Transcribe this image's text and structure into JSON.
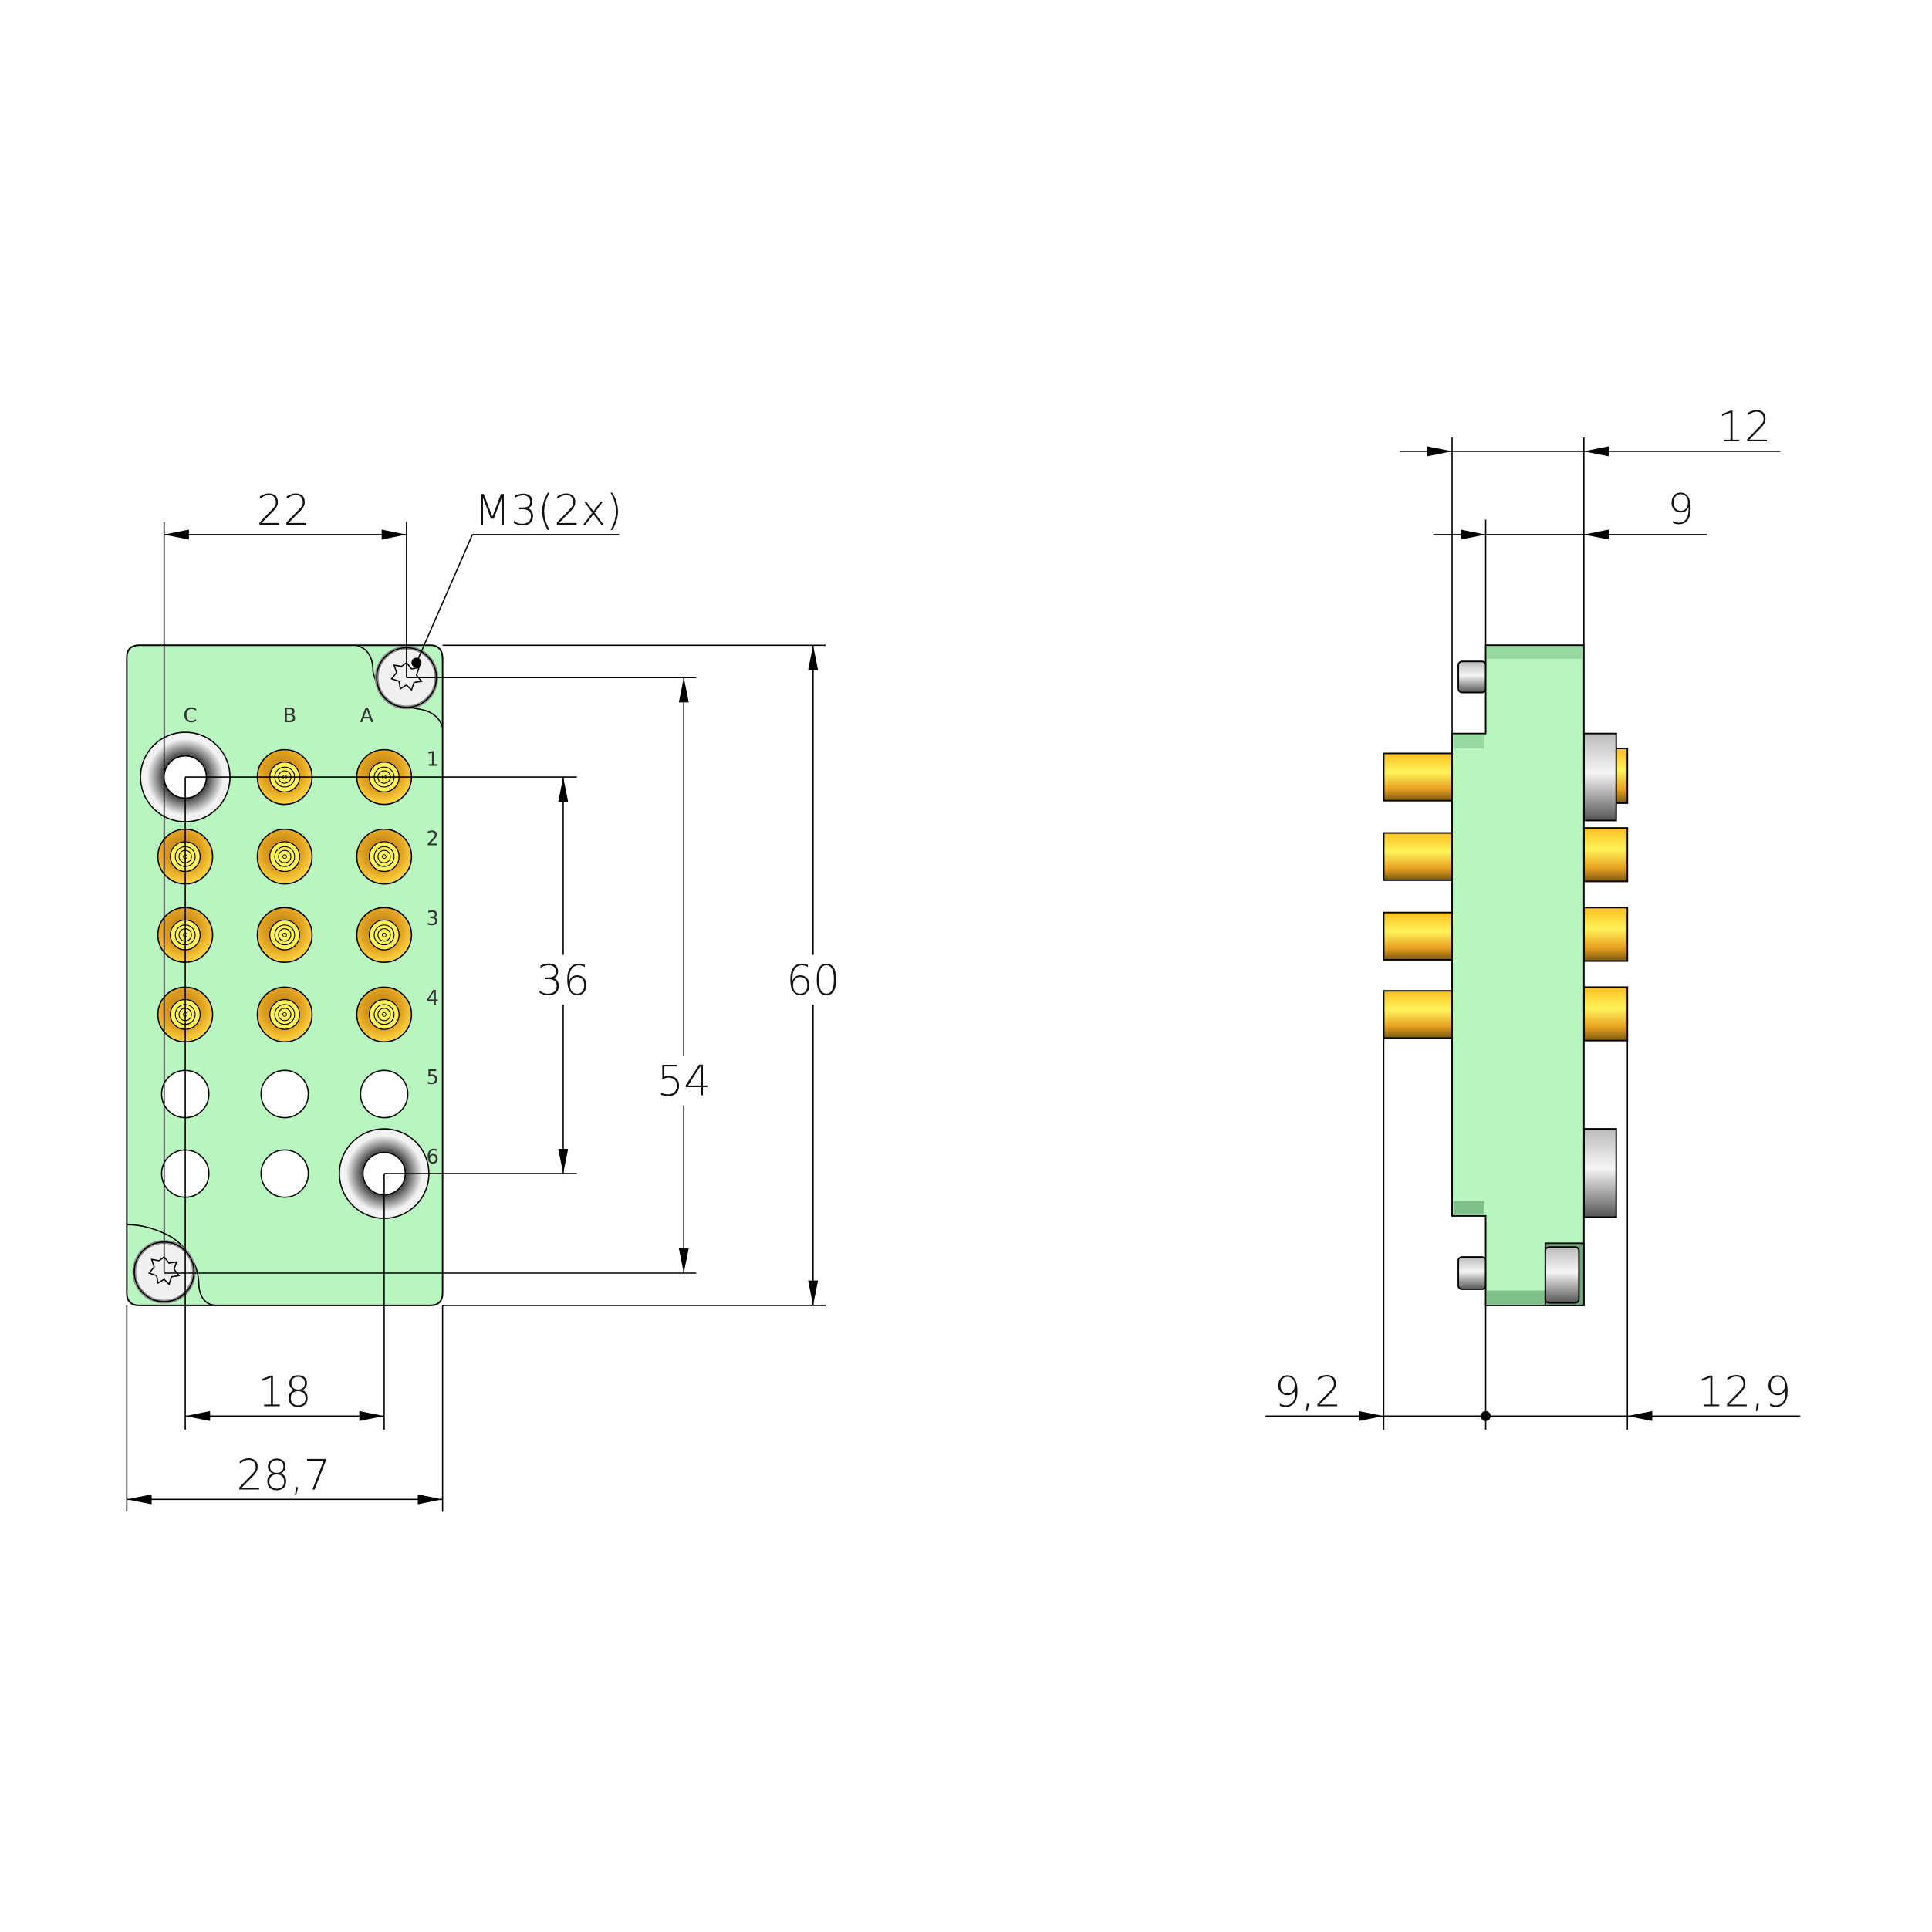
{
  "colors": {
    "body": "#b9f5c1",
    "body_dark": "#93d39d",
    "gold": "#f2b418",
    "gold_light": "#fff25a",
    "silver": "#cfcfcf"
  },
  "front_view": {
    "column_labels": [
      "C",
      "B",
      "A"
    ],
    "row_labels": [
      "1",
      "2",
      "3",
      "4",
      "5",
      "6"
    ],
    "pins": [
      [
        "guide",
        "gold",
        "gold"
      ],
      [
        "gold",
        "gold",
        "gold"
      ],
      [
        "gold",
        "gold",
        "gold"
      ],
      [
        "gold",
        "gold",
        "gold"
      ],
      [
        "hole",
        "hole",
        "hole"
      ],
      [
        "hole",
        "hole",
        "guide"
      ]
    ],
    "dimensions": {
      "d22": "22",
      "thread": "M3(2x)",
      "d60": "60",
      "d54": "54",
      "d36": "36",
      "d18": "18",
      "d287": "28,7"
    }
  },
  "side_view": {
    "dimensions": {
      "d12": "12",
      "d9": "9",
      "d92": "9,2",
      "d129": "12,9"
    }
  }
}
